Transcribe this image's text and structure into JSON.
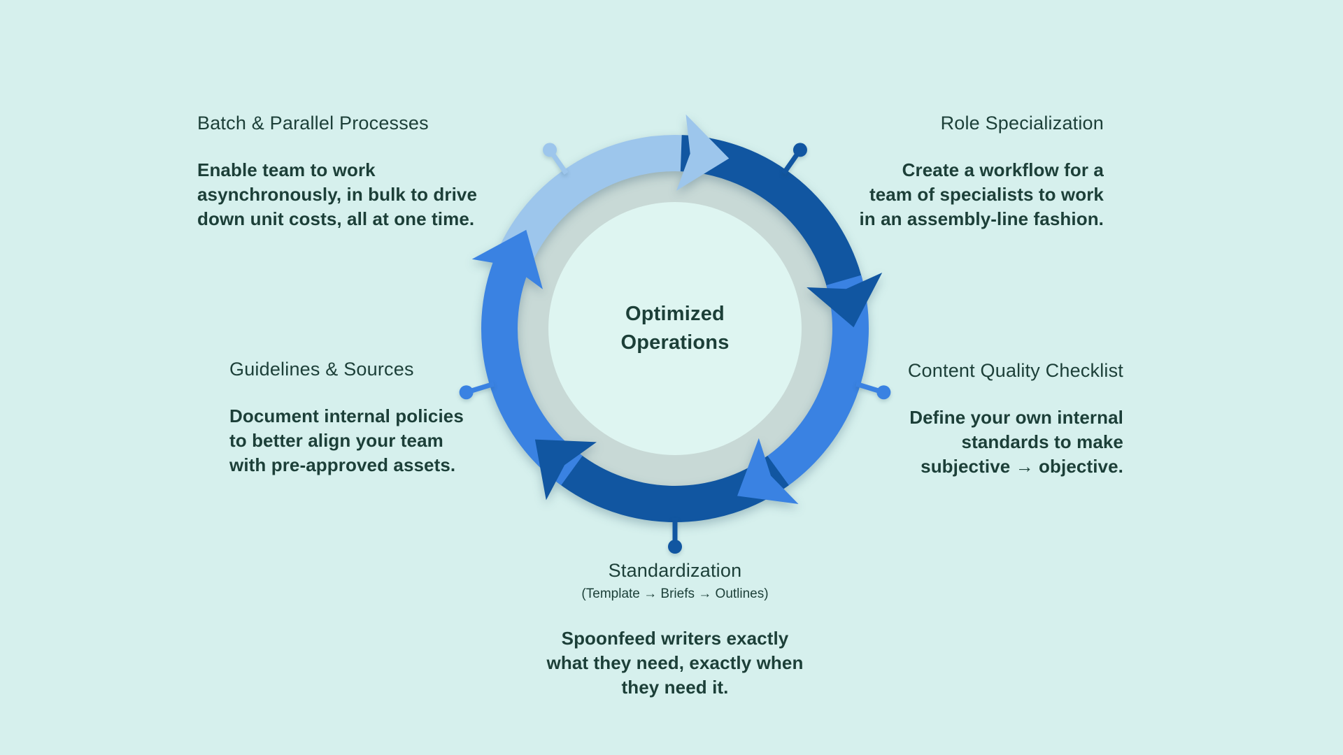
{
  "center_label": "Optimized\nOperations",
  "colors": {
    "background": "#d6f0ed",
    "center_circle": "#def5f1",
    "inner_ring": "#c8d9d6",
    "light_blue": "#9dc6ec",
    "dark_blue": "#1156a1",
    "bright_blue": "#3a82e2",
    "text": "#1c3f38"
  },
  "sections": {
    "batch": {
      "heading": "Batch & Parallel Processes",
      "body": "Enable team to work\nasynchronously, in bulk to drive\ndown unit costs, all at one time.",
      "segment_color": "light_blue"
    },
    "role": {
      "heading": "Role Specialization",
      "body": "Create a workflow for a\nteam of specialists to work\nin an assembly-line fashion.",
      "segment_color": "dark_blue"
    },
    "checklist": {
      "heading": "Content Quality Checklist",
      "body": "Define your own internal\nstandards to make\nsubjective → objective.",
      "segment_color": "bright_blue"
    },
    "standardization": {
      "heading": "Standardization",
      "subheading": "(Template → Briefs → Outlines)",
      "body": "Spoonfeed writers exactly\nwhat they need, exactly when\nthey need it.",
      "segment_color": "dark_blue"
    },
    "guidelines": {
      "heading": "Guidelines & Sources",
      "body": "Document internal policies\nto better align your team\nwith pre-approved assets.",
      "segment_color": "bright_blue"
    }
  }
}
